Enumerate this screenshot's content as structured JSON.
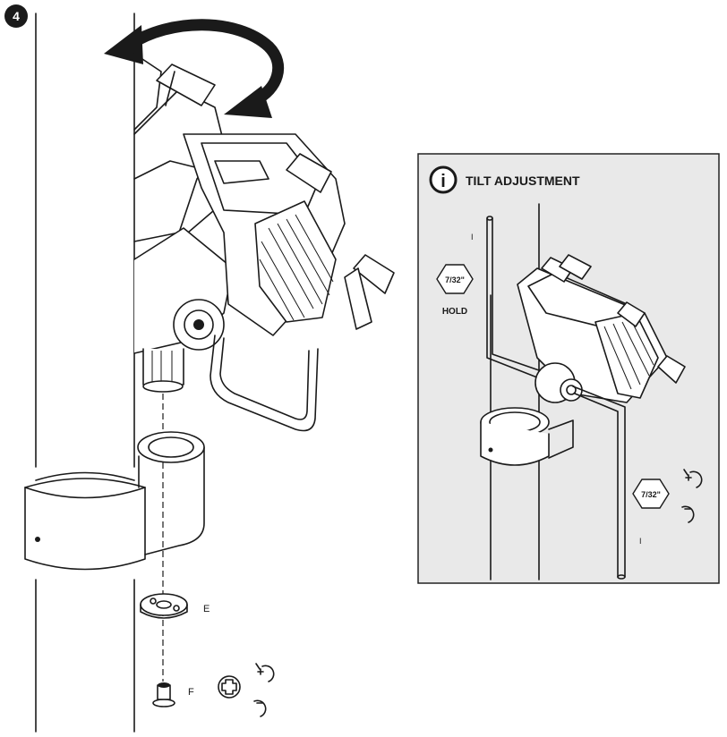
{
  "step_number": "4",
  "part_labels": {
    "washer": "E",
    "screw": "F"
  },
  "tilt_panel": {
    "title": "TILT ADJUSTMENT",
    "info_glyph": "i",
    "hold_wrench_size": "7/32\"",
    "hold_label": "HOLD",
    "turn_wrench_size": "7/32\"",
    "guide_mark_top": "I",
    "guide_mark_bottom": "I"
  },
  "colors": {
    "ink": "#1a1a1a",
    "panel_fill": "#e9e9e9",
    "panel_border": "#222222"
  },
  "icons": [
    "step-badge-icon",
    "rotate-arrow-icon",
    "info-icon",
    "hex-wrench-icon",
    "tighten-loosen-icon",
    "plus-screw-icon"
  ]
}
